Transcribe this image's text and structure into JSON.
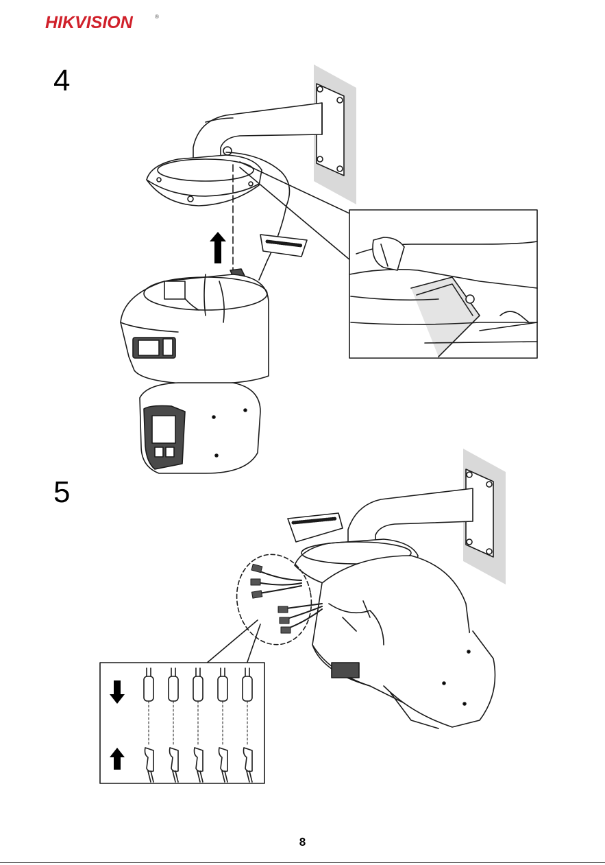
{
  "header": {
    "brand": "HIKVISION",
    "trademark": "®"
  },
  "steps": [
    {
      "number": "4"
    },
    {
      "number": "5"
    }
  ],
  "footer": {
    "page_number": "8"
  },
  "colors": {
    "brand_red": "#d0202a",
    "line": "#1a1a1a",
    "wall": "#d9d9d9",
    "dark_part": "#4a4a4a"
  }
}
